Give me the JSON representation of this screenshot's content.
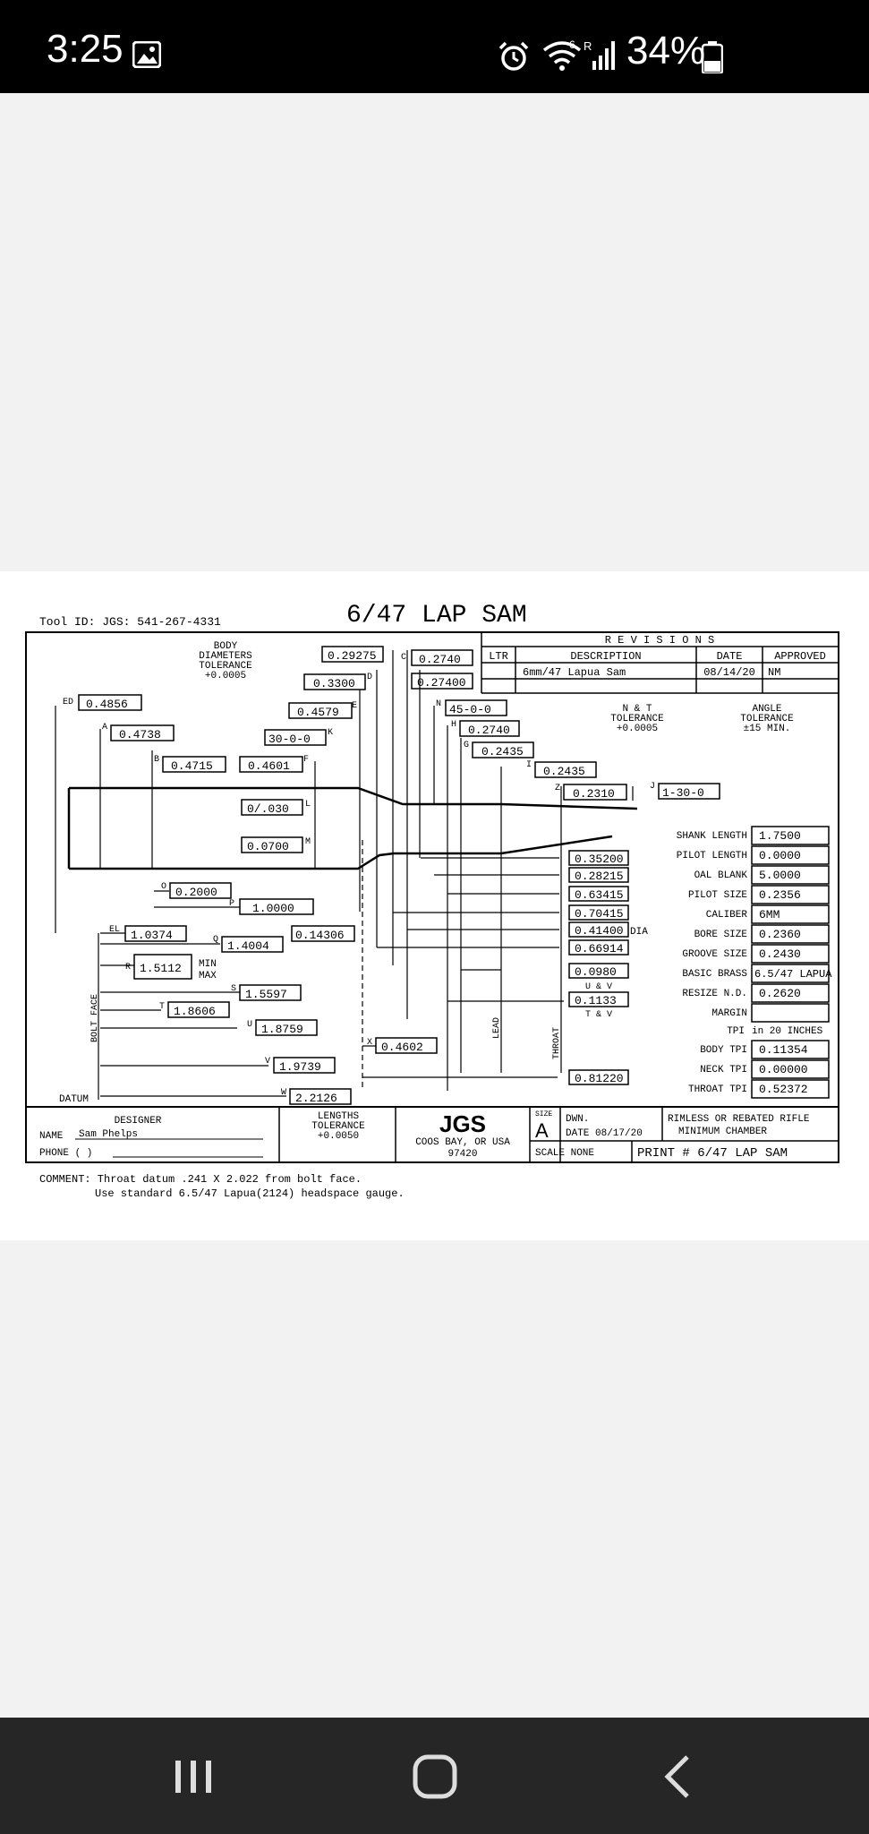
{
  "status_bar": {
    "time": "3:25",
    "battery": "34%",
    "icons": [
      "gallery-icon",
      "alarm-icon",
      "wifi-icon",
      "signal-icon",
      "battery-icon"
    ]
  },
  "drawing": {
    "tool_id": "Tool ID: JGS: 541-267-4331",
    "title": "6/47 LAP SAM",
    "body_tol": [
      "BODY",
      "DIAMETERS",
      "TOLERANCE",
      "+0.0005"
    ],
    "revisions": {
      "header": "R E V I S I O N S",
      "cols": [
        "LTR",
        "DESCRIPTION",
        "DATE",
        "APPROVED"
      ],
      "row": [
        "",
        "6mm/47 Lapua Sam",
        "08/14/20",
        "NM"
      ]
    },
    "nt_tol": [
      "N & T",
      "TOLERANCE",
      "+0.0005"
    ],
    "angle_tol": [
      "ANGLE",
      "TOLERANCE",
      "±15 MIN."
    ],
    "dims": {
      "ED": "0.4856",
      "A": "0.4738",
      "B": "0.4715",
      "F": "0.4601",
      "E": "0.4579",
      "D": "0.3300",
      "C1": "0.29275",
      "C2": "0.2740",
      "C3": "0.27400",
      "N": "45-0-0",
      "H": "0.2740",
      "G": "0.2435",
      "I": "0.2435",
      "Z": "0.2310",
      "J": "1-30-0",
      "K": "30-0-0",
      "L": "0/.030",
      "M": "0.0700",
      "O": "0.2000",
      "P": "1.0000",
      "EL": "1.0374",
      "Q": "1.4004",
      "QR": "0.14306",
      "R": "1.5112",
      "S": "1.5597",
      "T": "1.8606",
      "U": "1.8759",
      "X": "0.4602",
      "V": "1.9739",
      "W": "2.2126"
    },
    "letters": {
      "ED": "ED",
      "A": "A",
      "B": "B",
      "F": "F",
      "E": "E",
      "D": "D",
      "C": "C",
      "N": "N",
      "H": "H",
      "G": "G",
      "I": "I",
      "Z": "Z",
      "J": "J",
      "K": "K",
      "L": "L",
      "M": "M",
      "O": "O",
      "P": "P",
      "EL": "EL",
      "Q": "Q",
      "R": "R",
      "S": "S",
      "T": "T",
      "U": "U",
      "X": "X",
      "V": "V",
      "W": "W"
    },
    "min": "MIN",
    "max": "MAX",
    "right_col": [
      "0.35200",
      "0.28215",
      "0.63415",
      "0.70415",
      "0.41400",
      "0.66914",
      "0.0980",
      "0.1133",
      "0.81220"
    ],
    "dia": "DIA",
    "uv": "U & V",
    "tv": "T & V",
    "specs": [
      {
        "label": "SHANK LENGTH",
        "value": "1.7500"
      },
      {
        "label": "PILOT LENGTH",
        "value": "0.0000"
      },
      {
        "label": "OAL BLANK",
        "value": "5.0000"
      },
      {
        "label": "PILOT SIZE",
        "value": "0.2356"
      },
      {
        "label": "CALIBER",
        "value": "6MM"
      },
      {
        "label": "BORE SIZE",
        "value": "0.2360"
      },
      {
        "label": "GROOVE SIZE",
        "value": "0.2430"
      },
      {
        "label": "BASIC BRASS",
        "value": "6.5/47 LAPUA"
      },
      {
        "label": "RESIZE N.D.",
        "value": "0.2620"
      },
      {
        "label": "MARGIN",
        "value": ""
      }
    ],
    "tpi_header": [
      "TPI",
      "in 20 INCHES"
    ],
    "tpi": [
      {
        "label": "BODY TPI",
        "value": "0.11354"
      },
      {
        "label": "NECK TPI",
        "value": "0.00000"
      },
      {
        "label": "THROAT TPI",
        "value": "0.52372"
      }
    ],
    "bolt_face": "BOLT FACE",
    "lead": "LEAD",
    "throat": "THROAT",
    "datum": "DATUM",
    "title_block": {
      "designer": "DESIGNER",
      "name_label": "NAME",
      "name": "Sam Phelps",
      "phone_label": "PHONE (      )",
      "lengths_tol": [
        "LENGTHS",
        "TOLERANCE",
        "+0.0050"
      ],
      "company": "JGS",
      "city": "COOS BAY, OR USA",
      "zip": "97420",
      "size_label": "SIZE",
      "size": "A",
      "dwn": "DWN.",
      "date": "DATE 08/17/20",
      "scale": "SCALE  NONE",
      "type1": "RIMLESS OR REBATED RIFLE",
      "type2": "MINIMUM CHAMBER",
      "print": "PRINT # 6/47 LAP SAM"
    },
    "comment1": "COMMENT: Throat datum .241 X 2.022 from bolt face.",
    "comment2": "Use standard 6.5/47 Lapua(2124) headspace gauge."
  },
  "nav": [
    "recent-apps-icon",
    "home-icon",
    "back-icon"
  ]
}
